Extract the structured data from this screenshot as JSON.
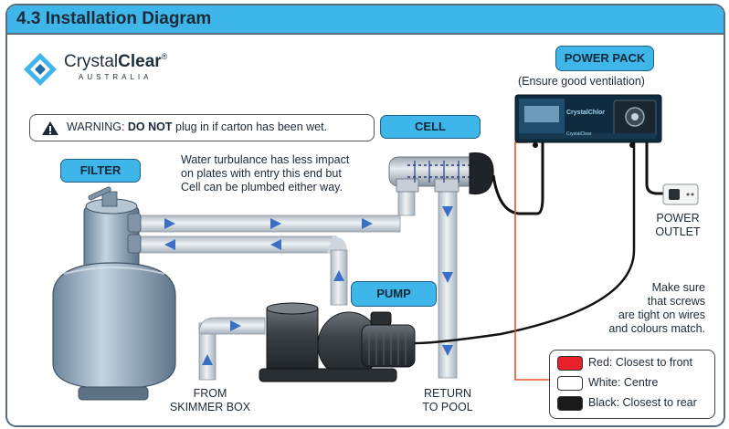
{
  "header": {
    "title": "4.3 Installation Diagram"
  },
  "logo": {
    "brand_light": "Crystal",
    "brand_bold": "Clear",
    "registered": "®",
    "sub": "AUSTRALIA"
  },
  "warning": {
    "prefix": "WARNING: ",
    "emphasis": "DO NOT",
    "suffix": " plug in if carton has been wet."
  },
  "labels": {
    "filter": "FILTER",
    "cell": "CELL",
    "power_pack": "POWER PACK",
    "pump": "PUMP"
  },
  "notes": {
    "ventilation": "(Ensure good ventilation)",
    "turbulance_lines": [
      "Water turbulance has less impact",
      "on plates with entry this end but",
      "Cell can be plumbed either way."
    ],
    "power_outlet_lines": [
      "POWER",
      "OUTLET"
    ],
    "screws_lines": [
      "Make sure",
      "that screws",
      "are tight on wires",
      "and colours match."
    ],
    "skimmer_lines": [
      "FROM",
      "SKIMMER BOX"
    ],
    "return_lines": [
      "RETURN",
      "TO POOL"
    ]
  },
  "device": {
    "brand": "CrystalChlor",
    "footer": "CrystalClear"
  },
  "legend": [
    {
      "label": "Red: Closest to front",
      "color": "#e8202a"
    },
    {
      "label": "White: Centre",
      "color": "#ffffff"
    },
    {
      "label": "Black: Closest to rear",
      "color": "#1a1a1a"
    }
  ],
  "colors": {
    "accent": "#3fb6e9",
    "pipe": "#d5dbe2",
    "arrow": "#3a6fc4",
    "tank": "#93a9bd",
    "wire_red": "#e8532e"
  }
}
